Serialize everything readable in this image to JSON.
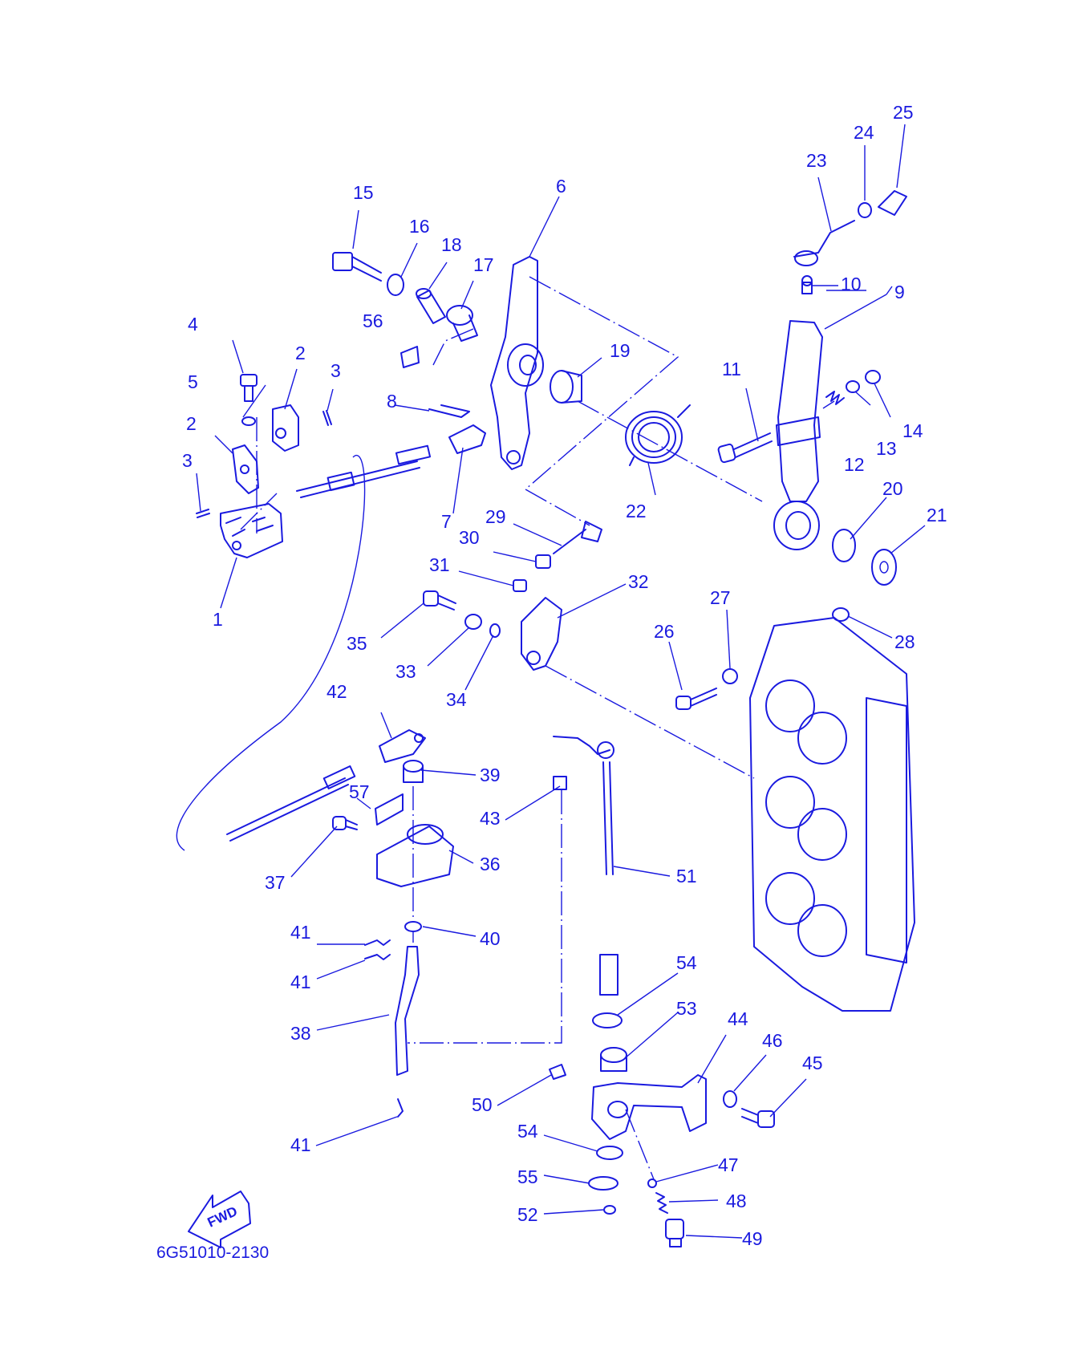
{
  "drawing_code": "6G51010-2130",
  "fwd_label": "FWD",
  "callouts": [
    "1",
    "2",
    "2",
    "3",
    "3",
    "4",
    "5",
    "6",
    "7",
    "8",
    "9",
    "10",
    "11",
    "12",
    "13",
    "14",
    "15",
    "16",
    "17",
    "18",
    "19",
    "20",
    "21",
    "22",
    "23",
    "24",
    "25",
    "26",
    "27",
    "28",
    "29",
    "30",
    "31",
    "32",
    "33",
    "34",
    "35",
    "36",
    "37",
    "38",
    "39",
    "40",
    "41",
    "41",
    "41",
    "42",
    "43",
    "44",
    "45",
    "46",
    "47",
    "48",
    "49",
    "50",
    "51",
    "52",
    "53",
    "54",
    "54",
    "55",
    "56",
    "57"
  ],
  "colors": {
    "ink": "#1a1adf",
    "background": "#ffffff"
  }
}
